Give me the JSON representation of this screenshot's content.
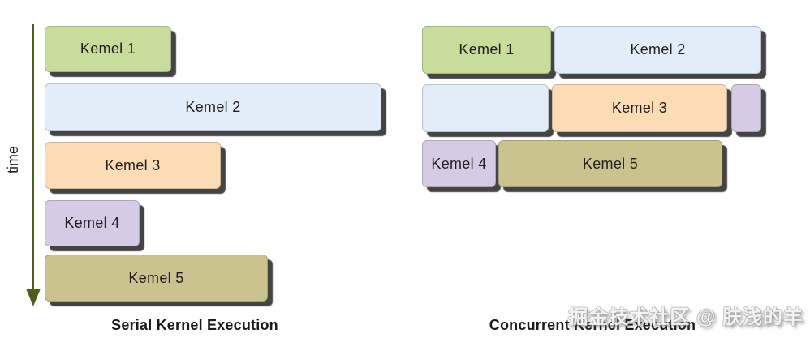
{
  "colors": {
    "kernel1": "#c8dd9c",
    "kernel2": "#e3edf9",
    "kernel3": "#fcdcb4",
    "kernel4": "#d6cbe4",
    "kernel5": "#cac390",
    "axis": "#4e5c20",
    "box_text": "#231f20",
    "caption_text": "#1a1a1a"
  },
  "axis": {
    "label": "time"
  },
  "serial": {
    "caption": "Serial Kernel Execution",
    "boxes": [
      {
        "label": "Kemel 1",
        "color": "kernel1"
      },
      {
        "label": "Kemel 2",
        "color": "kernel2"
      },
      {
        "label": "Kemel 3",
        "color": "kernel3"
      },
      {
        "label": "Kemel 4",
        "color": "kernel4"
      },
      {
        "label": "Kemel 5",
        "color": "kernel5"
      }
    ]
  },
  "concurrent": {
    "caption": "Concurrent Kernel Execution",
    "rows": [
      [
        {
          "label": "Kemel 1",
          "color": "kernel1"
        },
        {
          "label": "Kemel 2",
          "color": "kernel2"
        }
      ],
      [
        {
          "label": "",
          "color": "kernel2"
        },
        {
          "label": "Kemel 3",
          "color": "kernel3"
        },
        {
          "label": "",
          "color": "kernel4"
        }
      ],
      [
        {
          "label": "Kemel 4",
          "color": "kernel4"
        },
        {
          "label": "Kemel 5",
          "color": "kernel5"
        }
      ]
    ]
  },
  "watermark": {
    "text": "掘金技术社区 @ 肤浅的羊"
  }
}
